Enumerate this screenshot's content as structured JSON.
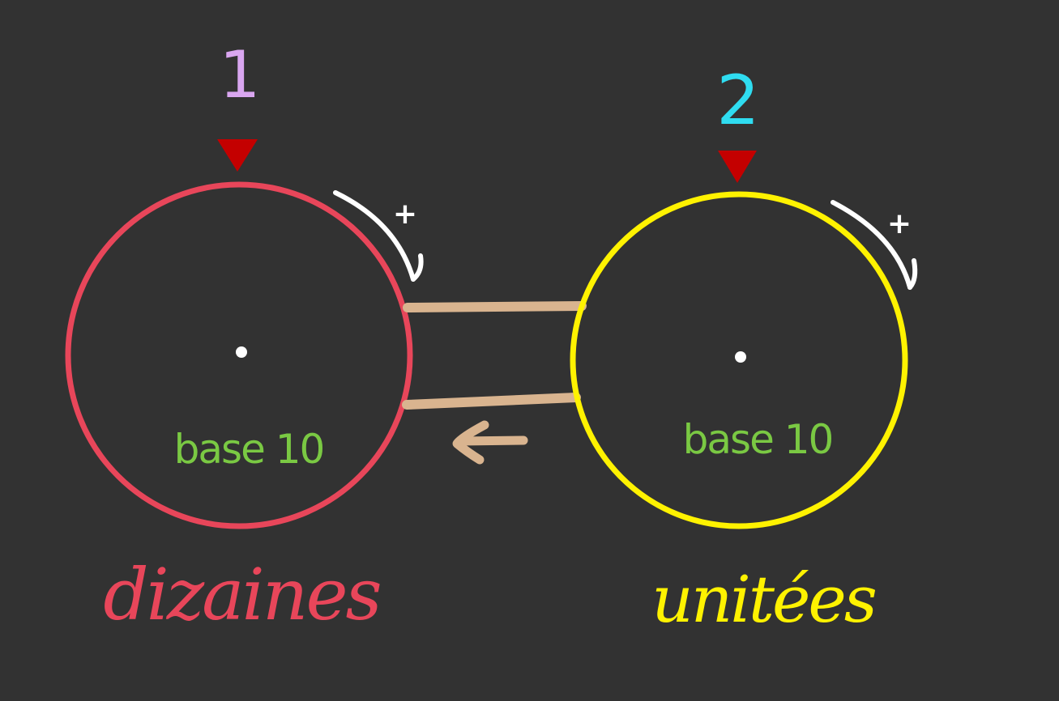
{
  "left_wheel": {
    "digit": "1",
    "digit_color": "#d9a6f0",
    "ring_color": "#e8465a",
    "base_text": "base 10",
    "base_color": "#7ac943",
    "name": "dizaines",
    "name_color": "#e8465a",
    "rotation_sign": "+"
  },
  "right_wheel": {
    "digit": "2",
    "digit_color": "#2fdcf0",
    "ring_color": "#fff200",
    "base_text": "base 10",
    "base_color": "#7ac943",
    "name": "unitées",
    "name_color": "#fff200",
    "rotation_sign": "+"
  },
  "colors": {
    "background": "#323232",
    "pointer": "#c40000",
    "belt": "#d9b48f",
    "rotation_arrow": "#ffffff",
    "center_dot": "#ffffff"
  },
  "icons": {
    "pointer": "triangle-down-icon",
    "rotation": "clockwise-arrow-icon",
    "carry": "arrow-left-icon"
  }
}
